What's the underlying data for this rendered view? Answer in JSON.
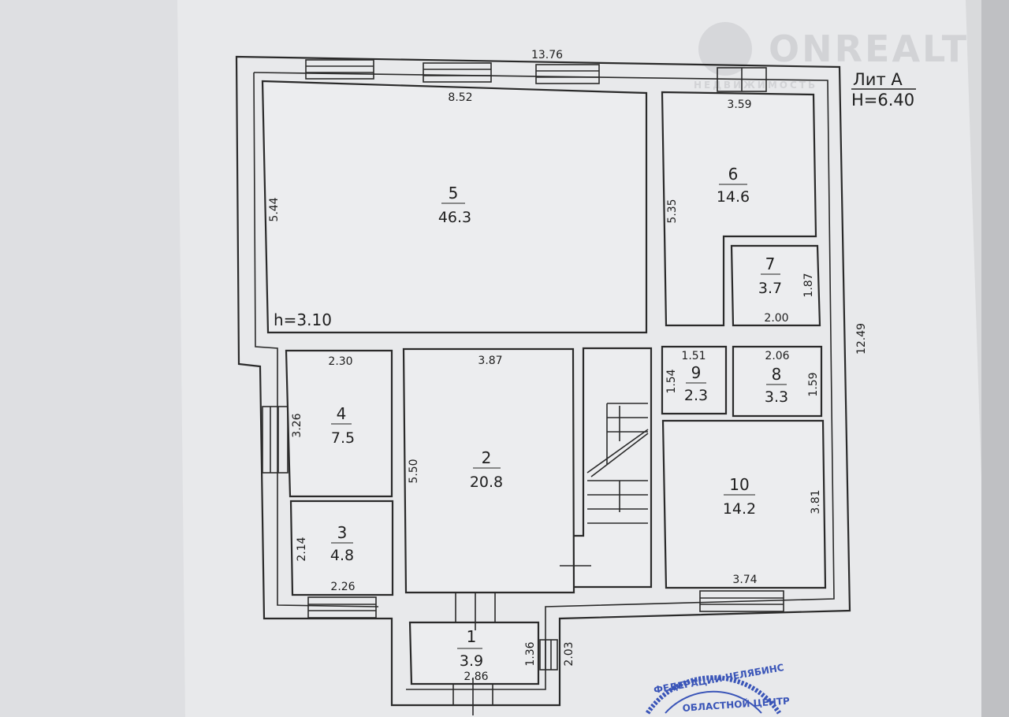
{
  "watermark": {
    "brand": "ONREALT",
    "subtitle": "НЕДВИЖИМОСТЬ"
  },
  "header": {
    "lit": "Лит А",
    "height": "H=6.40"
  },
  "ceiling_height": "h=3.10",
  "rooms": [
    {
      "number": "1",
      "area": "3.9"
    },
    {
      "number": "2",
      "area": "20.8"
    },
    {
      "number": "3",
      "area": "4.8"
    },
    {
      "number": "4",
      "area": "7.5"
    },
    {
      "number": "5",
      "area": "46.3"
    },
    {
      "number": "6",
      "area": "14.6"
    },
    {
      "number": "7",
      "area": "3.7"
    },
    {
      "number": "8",
      "area": "3.3"
    },
    {
      "number": "9",
      "area": "2.3"
    },
    {
      "number": "10",
      "area": "14.2"
    }
  ],
  "dimensions": {
    "overall_width": "13.76",
    "overall_depth": "12.49",
    "r5_width": "8.52",
    "r5_depth": "5.44",
    "r6_width": "3.59",
    "r6_depth": "5.35",
    "r7_width": "2.00",
    "r7_depth": "1.87",
    "r9_width": "1.51",
    "r9_depth": "1.54",
    "r8_width": "2.06",
    "r8_depth": "1.59",
    "r10_width": "3.74",
    "r10_depth": "3.81",
    "r2_width": "3.87",
    "r2_depth": "5.50",
    "r4_width": "2.30",
    "r4_depth": "3.26",
    "r3_width": "2.26",
    "r3_depth": "2.14",
    "r1_width": "2.86",
    "r1_depth": "1.36",
    "porch_depth": "2.03"
  },
  "stamp": {
    "text": "ФЕДЕРАЦИИ ЧЕЛЯБИНС",
    "text2": "ОБЛАСТНОЙ ЦЕНТР"
  },
  "colors": {
    "paper": "#ecedef",
    "line": "#2a2a2a",
    "stamp": "#3a55b8"
  }
}
